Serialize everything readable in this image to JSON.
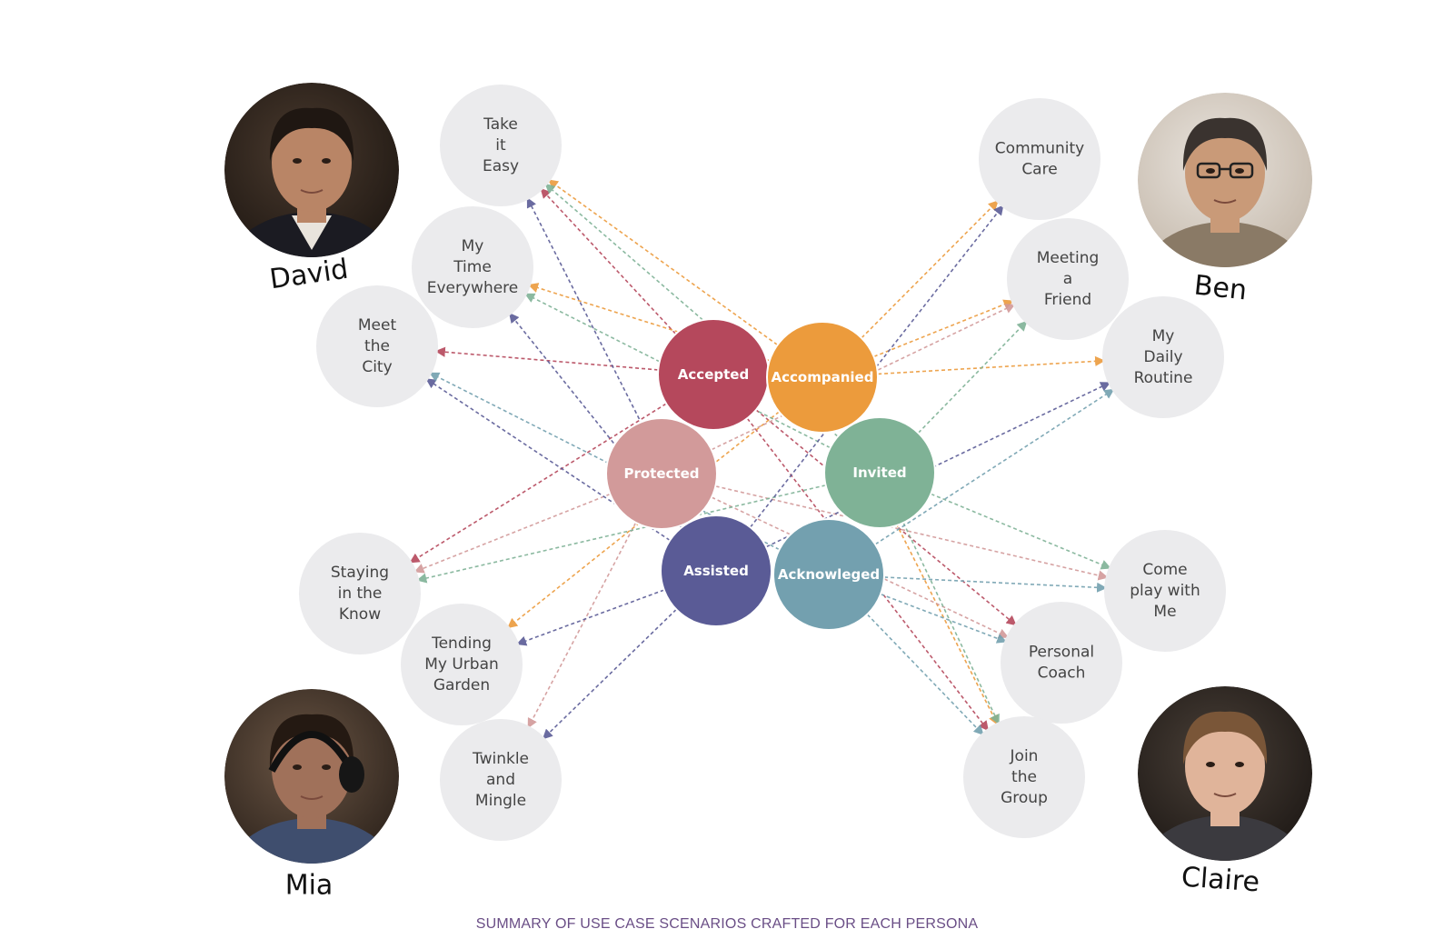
{
  "caption": "SUMMARY OF USE CASE SCENARIOS CRAFTED FOR EACH PERSONA",
  "personas": [
    {
      "id": "david",
      "name": "David"
    },
    {
      "id": "ben",
      "name": "Ben"
    },
    {
      "id": "mia",
      "name": "Mia"
    },
    {
      "id": "claire",
      "name": "Claire"
    }
  ],
  "core_values": [
    {
      "id": "accepted",
      "label": "Accepted",
      "color": "#b5485c"
    },
    {
      "id": "accompanied",
      "label": "Accompanied",
      "color": "#ec9b3c"
    },
    {
      "id": "protected",
      "label": "Protected",
      "color": "#d29a9a"
    },
    {
      "id": "invited",
      "label": "Invited",
      "color": "#7fb296"
    },
    {
      "id": "assisted",
      "label": "Assisted",
      "color": "#5a5b96"
    },
    {
      "id": "acknowleged",
      "label": "Acknowleged",
      "color": "#73a0af"
    }
  ],
  "scenarios": [
    {
      "id": "take-it-easy",
      "lines": [
        "Take",
        "it",
        "Easy"
      ]
    },
    {
      "id": "my-time-everywhere",
      "lines": [
        "My",
        "Time",
        "Everywhere"
      ]
    },
    {
      "id": "meet-the-city",
      "lines": [
        "Meet",
        "the",
        "City"
      ]
    },
    {
      "id": "staying-in-the-know",
      "lines": [
        "Staying",
        "in the",
        "Know"
      ]
    },
    {
      "id": "tending-my-urban-garden",
      "lines": [
        "Tending",
        "My Urban",
        "Garden"
      ]
    },
    {
      "id": "twinkle-and-mingle",
      "lines": [
        "Twinkle",
        "and",
        "Mingle"
      ]
    },
    {
      "id": "community-care",
      "lines": [
        "Community",
        "Care"
      ]
    },
    {
      "id": "meeting-a-friend",
      "lines": [
        "Meeting",
        "a",
        "Friend"
      ]
    },
    {
      "id": "my-daily-routine",
      "lines": [
        "My",
        "Daily",
        "Routine"
      ]
    },
    {
      "id": "come-play-with-me",
      "lines": [
        "Come",
        "play with",
        "Me"
      ]
    },
    {
      "id": "personal-coach",
      "lines": [
        "Personal",
        "Coach"
      ]
    },
    {
      "id": "join-the-group",
      "lines": [
        "Join",
        "the",
        "Group"
      ]
    }
  ],
  "connections": [
    {
      "from": "accepted",
      "to": "meet-the-city"
    },
    {
      "from": "accepted",
      "to": "staying-in-the-know"
    },
    {
      "from": "accepted",
      "to": "take-it-easy"
    },
    {
      "from": "accepted",
      "to": "join-the-group"
    },
    {
      "from": "accepted",
      "to": "personal-coach"
    },
    {
      "from": "accompanied",
      "to": "take-it-easy"
    },
    {
      "from": "accompanied",
      "to": "my-time-everywhere"
    },
    {
      "from": "accompanied",
      "to": "meeting-a-friend"
    },
    {
      "from": "accompanied",
      "to": "my-daily-routine"
    },
    {
      "from": "accompanied",
      "to": "community-care"
    },
    {
      "from": "accompanied",
      "to": "tending-my-urban-garden"
    },
    {
      "from": "accompanied",
      "to": "join-the-group"
    },
    {
      "from": "protected",
      "to": "meeting-a-friend"
    },
    {
      "from": "protected",
      "to": "twinkle-and-mingle"
    },
    {
      "from": "protected",
      "to": "staying-in-the-know"
    },
    {
      "from": "protected",
      "to": "personal-coach"
    },
    {
      "from": "protected",
      "to": "come-play-with-me"
    },
    {
      "from": "invited",
      "to": "my-time-everywhere"
    },
    {
      "from": "invited",
      "to": "take-it-easy"
    },
    {
      "from": "invited",
      "to": "staying-in-the-know"
    },
    {
      "from": "invited",
      "to": "come-play-with-me"
    },
    {
      "from": "invited",
      "to": "join-the-group"
    },
    {
      "from": "invited",
      "to": "meeting-a-friend"
    },
    {
      "from": "assisted",
      "to": "take-it-easy"
    },
    {
      "from": "assisted",
      "to": "my-time-everywhere"
    },
    {
      "from": "assisted",
      "to": "meet-the-city"
    },
    {
      "from": "assisted",
      "to": "tending-my-urban-garden"
    },
    {
      "from": "assisted",
      "to": "twinkle-and-mingle"
    },
    {
      "from": "assisted",
      "to": "community-care"
    },
    {
      "from": "assisted",
      "to": "my-daily-routine"
    },
    {
      "from": "acknowleged",
      "to": "my-daily-routine"
    },
    {
      "from": "acknowleged",
      "to": "come-play-with-me"
    },
    {
      "from": "acknowleged",
      "to": "personal-coach"
    },
    {
      "from": "acknowleged",
      "to": "join-the-group"
    },
    {
      "from": "acknowleged",
      "to": "meet-the-city"
    }
  ]
}
